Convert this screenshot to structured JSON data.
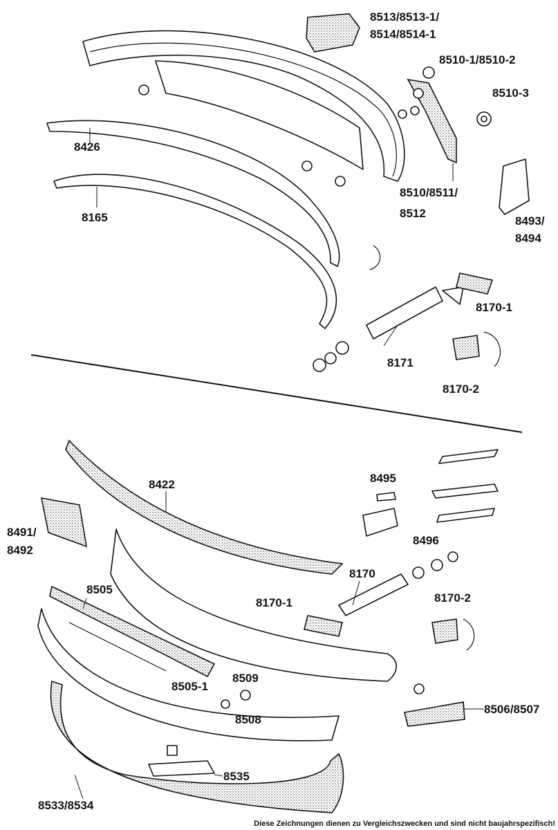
{
  "labels": {
    "l8513": "8513/8513-1/",
    "l8514": "8514/8514-1",
    "l8510_1": "8510-1/8510-2",
    "l8510_3": "8510-3",
    "l8426": "8426",
    "l8510": "8510/8511/",
    "l8512": "8512",
    "l8165": "8165",
    "l8493": "8493/",
    "l8494": "8494",
    "l8170_1a": "8170-1",
    "l8171": "8171",
    "l8170_2a": "8170-2",
    "l8495": "8495",
    "l8422": "8422",
    "l8491": "8491/",
    "l8492": "8492",
    "l8496": "8496",
    "l8170": "8170",
    "l8505": "8505",
    "l8170_1b": "8170-1",
    "l8170_2b": "8170-2",
    "l8509": "8509",
    "l8505_1": "8505-1",
    "l8508": "8508",
    "l8506": "8506/8507",
    "l8535": "8535",
    "l8533": "8533/8534"
  },
  "footer": "Diese Zeichnungen dienen zu Vergleichszwecken und sind nicht baujahrspezifisch!"
}
